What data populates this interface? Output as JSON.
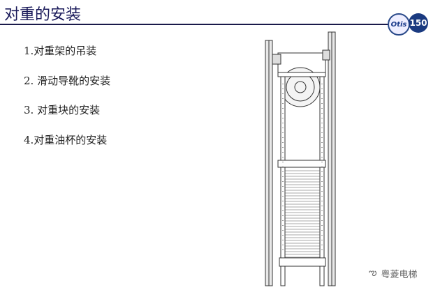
{
  "title": "对重的安装",
  "logos": {
    "otis": "Otis",
    "anniversary": "150"
  },
  "items": [
    "1.对重架的吊装",
    "2. 滑动导靴的安装",
    "3. 对重块的安装",
    "4.对重油杯的安装"
  ],
  "watermark": "粤菱电梯"
}
